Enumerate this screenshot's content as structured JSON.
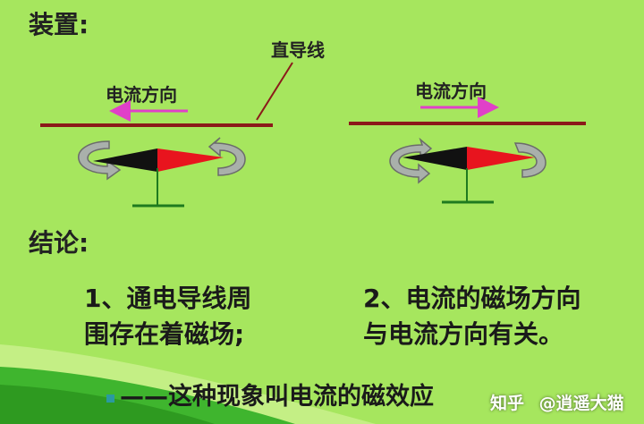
{
  "device_heading": "装置:",
  "wire_label": "直导线",
  "left_setup": {
    "current_label": "电流方向"
  },
  "right_setup": {
    "current_label": "电流方向"
  },
  "conclusion_heading": "结论:",
  "conclusions": [
    {
      "line1": "1、通电导线周",
      "line2": "围存在着磁场;"
    },
    {
      "line1": "2、电流的磁场方向",
      "line2": "与电流方向有关。"
    }
  ],
  "summary_text": "——这种现象叫电流的磁效应",
  "watermark": {
    "site": "知乎",
    "user": "@逍遥大猫"
  },
  "colors": {
    "background": "#a6e65e",
    "wire": "#8b1a1a",
    "current_arrow": "#e040c8",
    "needle_red": "#e8141e",
    "needle_black": "#111111",
    "stand": "#1f7a1f"
  }
}
